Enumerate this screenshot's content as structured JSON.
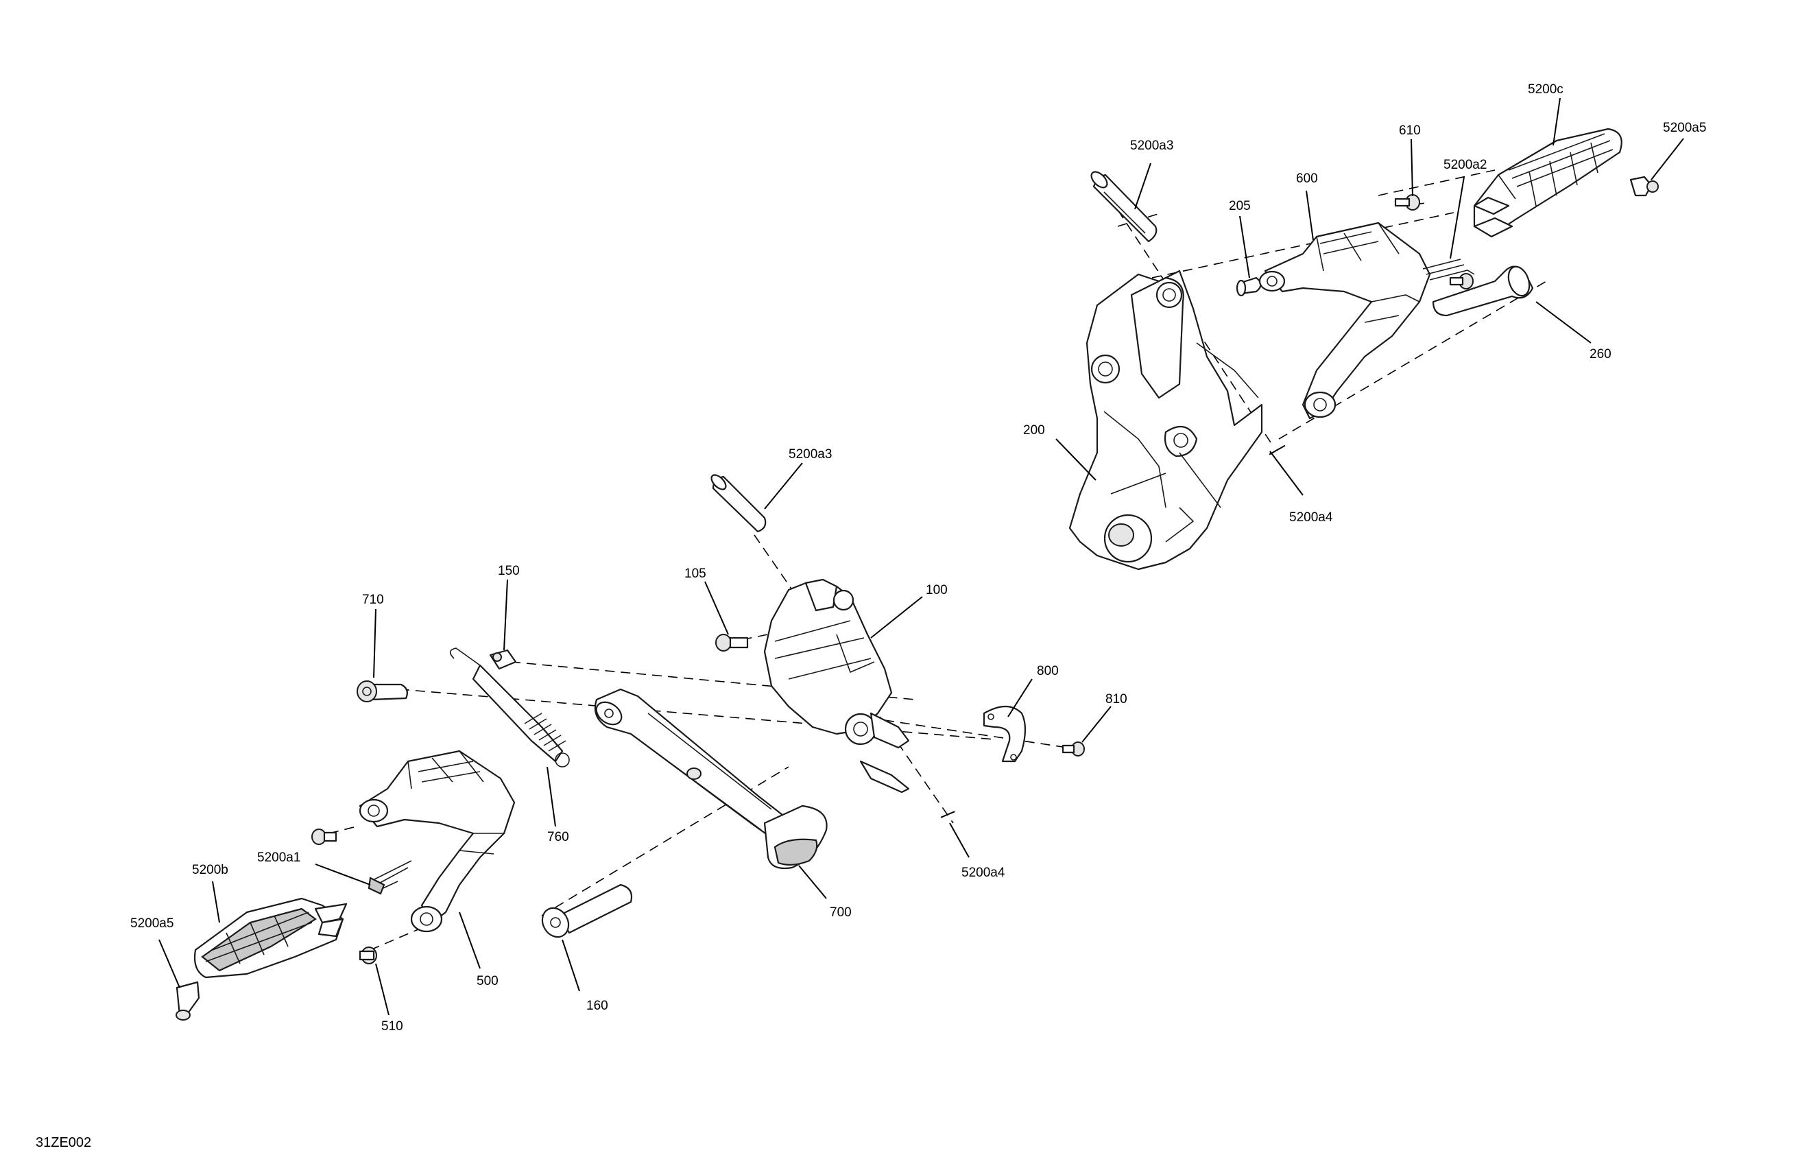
{
  "figure_id": "31ZE002",
  "callouts": {
    "c_5200c": "5200c",
    "c_5200a5_right": "5200a5",
    "c_610": "610",
    "c_5200a3_top": "5200a3",
    "c_5200a2": "5200a2",
    "c_600": "600",
    "c_205": "205",
    "c_260": "260",
    "c_200": "200",
    "c_5200a4_right": "5200a4",
    "c_5200a3_mid": "5200a3",
    "c_105": "105",
    "c_100": "100",
    "c_150": "150",
    "c_710": "710",
    "c_800": "800",
    "c_810": "810",
    "c_760": "760",
    "c_5200a4_mid": "5200a4",
    "c_700": "700",
    "c_5200a1": "5200a1",
    "c_5200b": "5200b",
    "c_5200a5_left": "5200a5",
    "c_500": "500",
    "c_510": "510",
    "c_160": "160"
  }
}
